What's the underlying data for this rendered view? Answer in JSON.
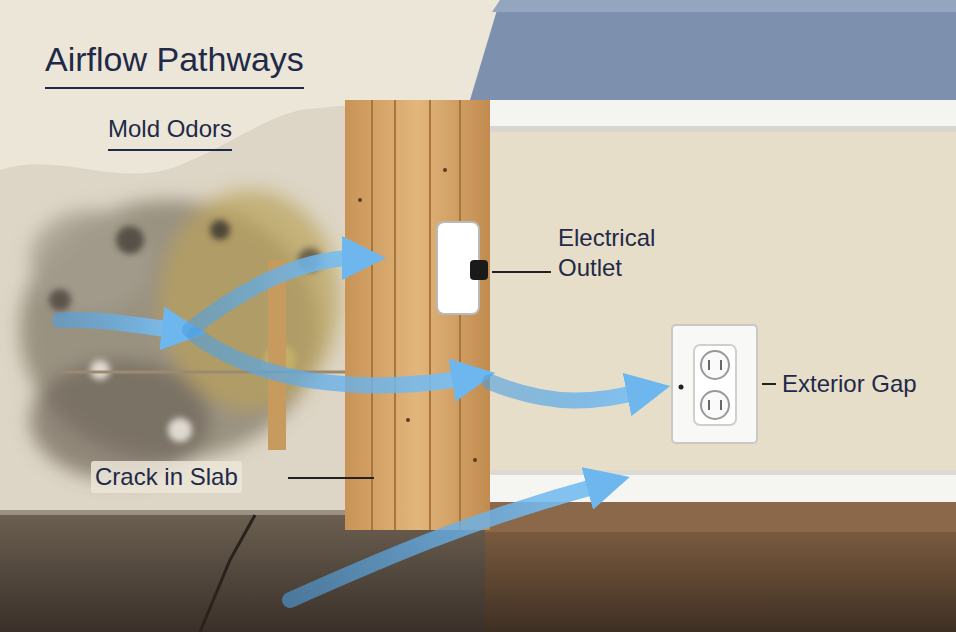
{
  "diagram": {
    "title": "Airflow Pathways",
    "labels": [
      "Mold Odors",
      "Electrical Outlet",
      "Exterior Gap",
      "Crack in Slab"
    ]
  }
}
